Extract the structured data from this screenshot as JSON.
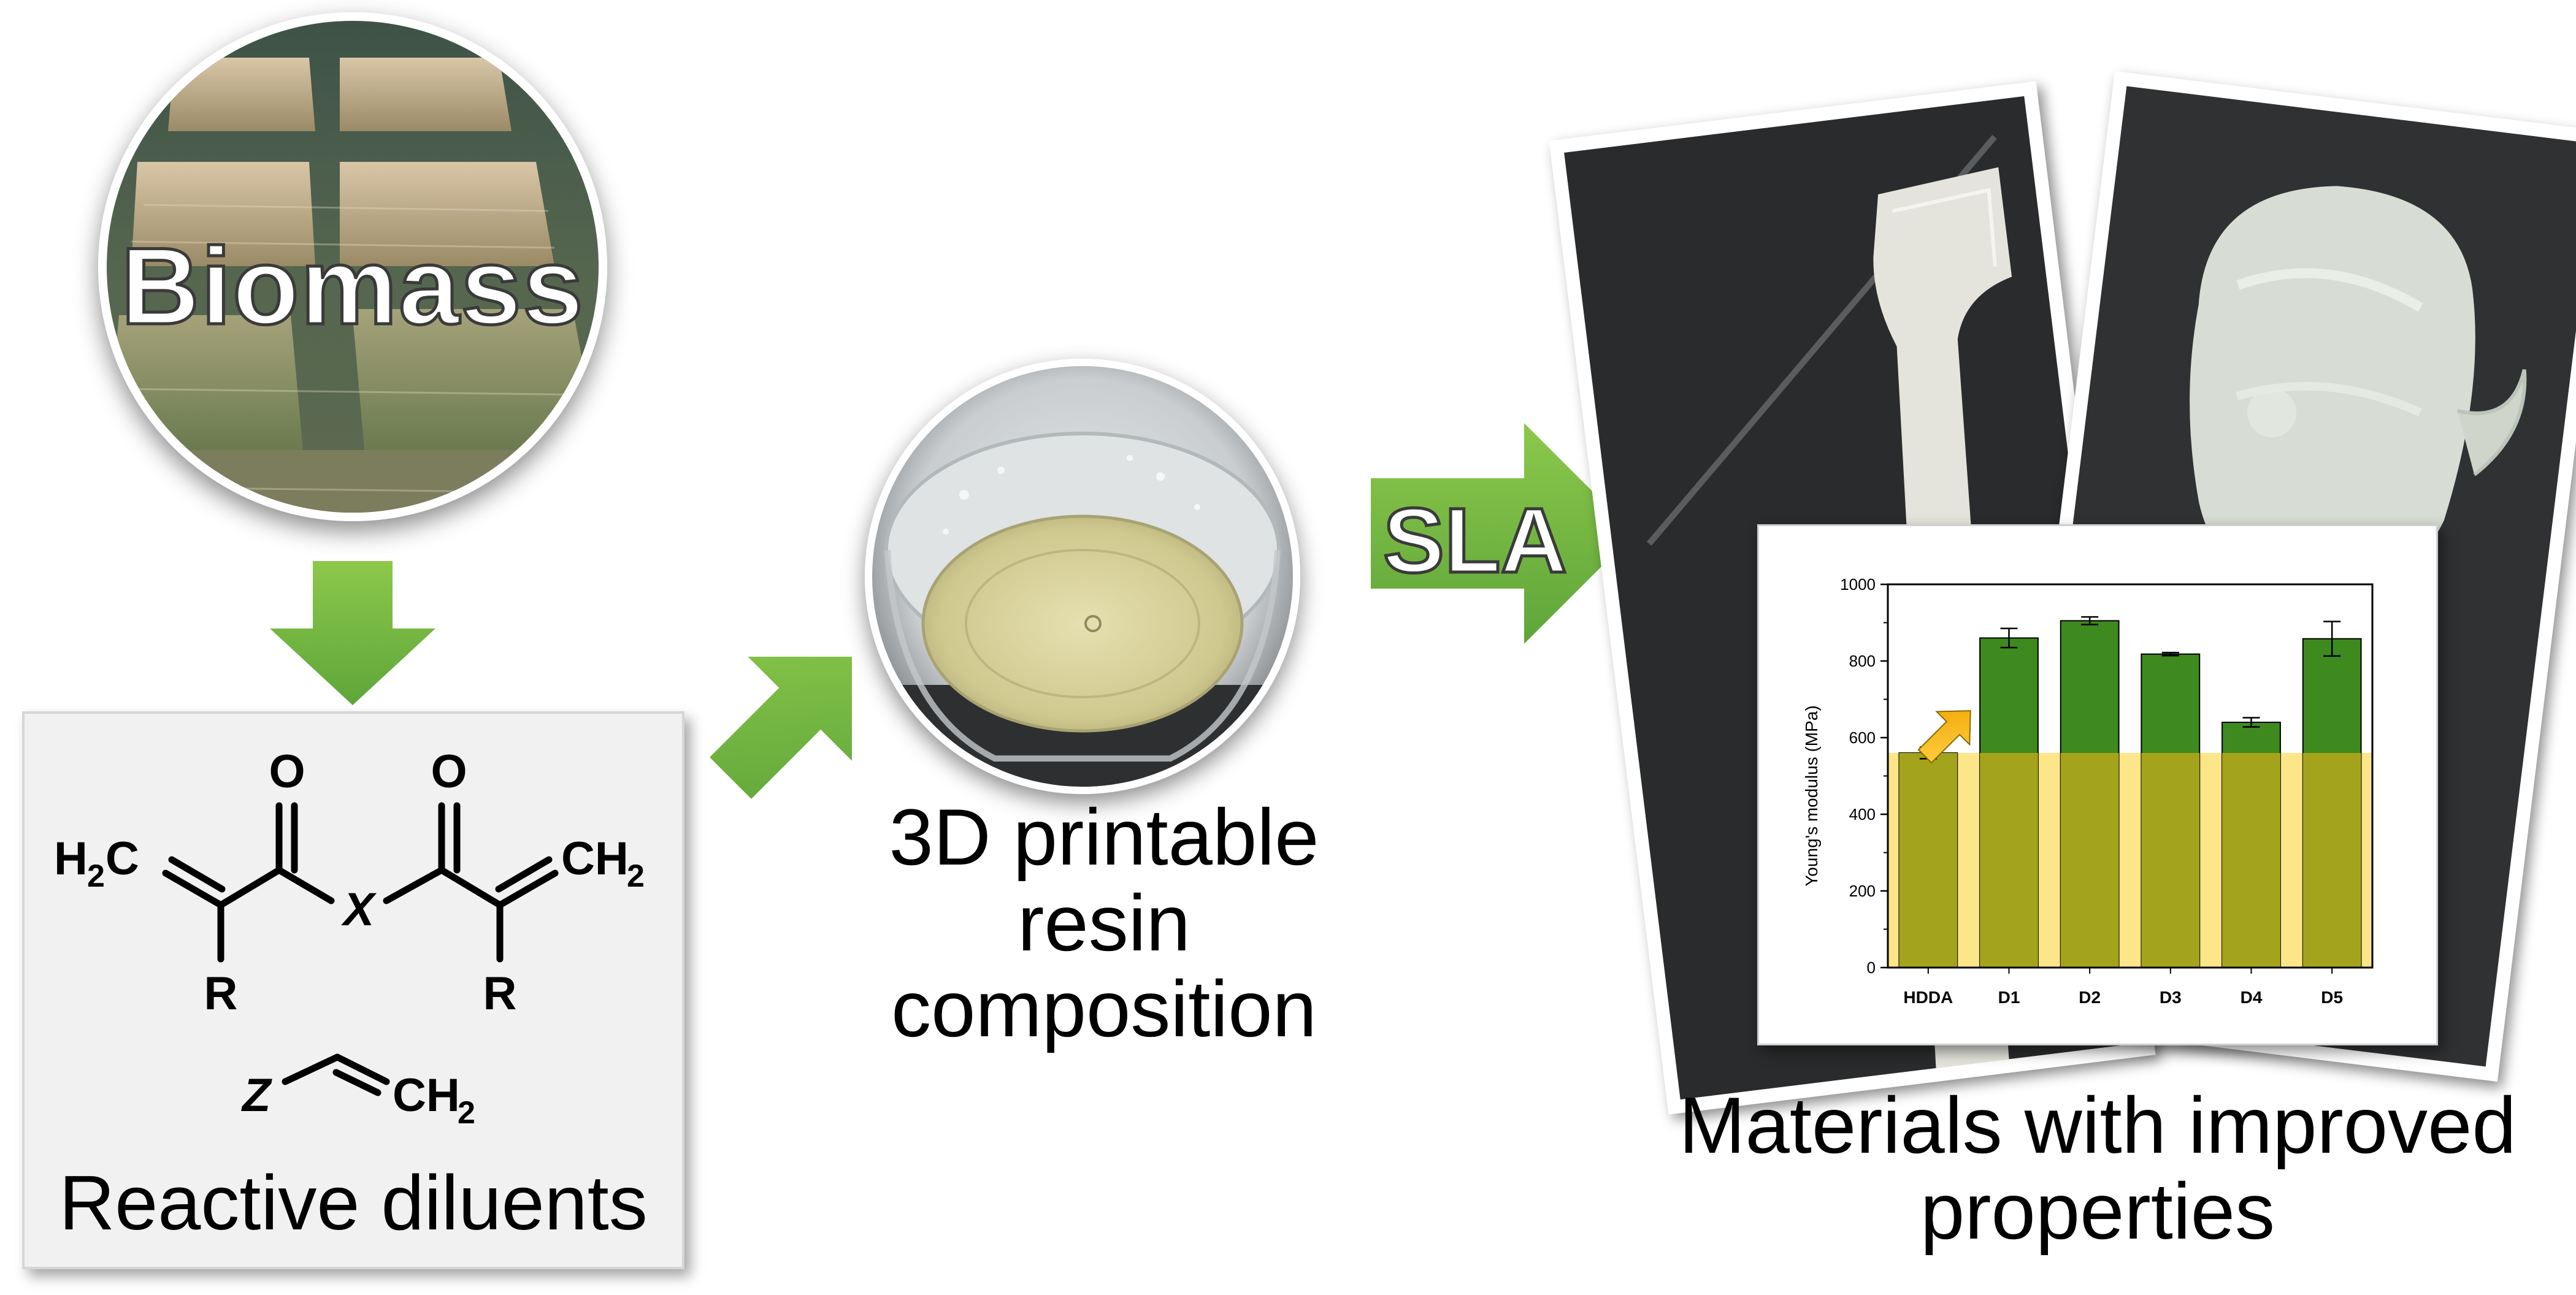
{
  "biomass": {
    "label": "Biomass"
  },
  "diluents": {
    "label": "Reactive diluents",
    "atoms": {
      "o": "O",
      "h2c": "H",
      "sub2": "2",
      "c": "C",
      "ch": "CH",
      "x": "X",
      "r": "R",
      "z": "Z"
    }
  },
  "resin": {
    "line1": "3D printable",
    "line2": "resin",
    "line3": "composition"
  },
  "sla": {
    "label": "SLA"
  },
  "materials": {
    "line1": "Materials with improved",
    "line2": "properties"
  },
  "colors": {
    "arrow_green": "#6db33f",
    "bar_green": "#3f8a1f",
    "baseline_olive": "#a3a41c",
    "baseline_band": "#fde58a",
    "highlight_arrow": "#f5b800"
  },
  "chart_data": {
    "type": "bar",
    "categories": [
      "HDDA",
      "D1",
      "D2",
      "D3",
      "D4",
      "D5"
    ],
    "values": [
      560,
      860,
      905,
      818,
      640,
      858
    ],
    "errors": [
      15,
      25,
      10,
      4,
      12,
      45
    ],
    "baseline": 560,
    "ylabel": "Young's modulus (MPa)",
    "xlabel": "",
    "ylim": [
      0,
      1000
    ],
    "yticks": [
      0,
      200,
      400,
      600,
      800,
      1000
    ]
  }
}
